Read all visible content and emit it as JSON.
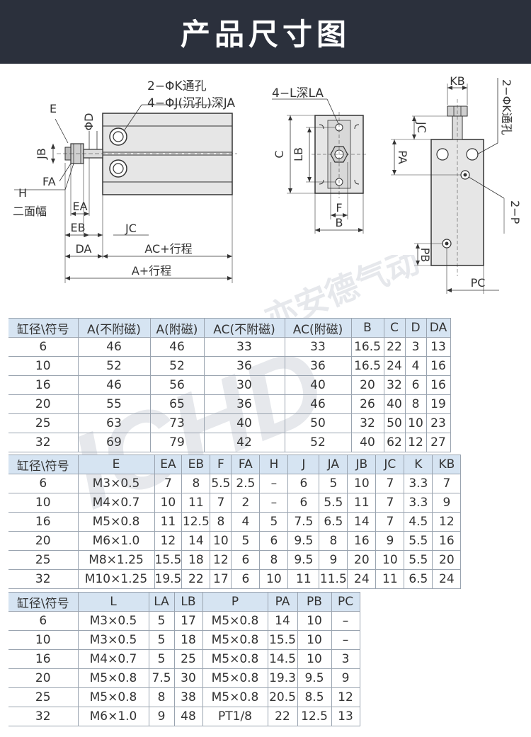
{
  "banner": {
    "title": "产品尺寸图"
  },
  "drawing": {
    "front_view": {
      "labels": [
        "2−ΦK通孔",
        "4−ΦJ(沉孔)深JA",
        "ΦD",
        "E",
        "JB",
        "FA",
        "H",
        "二面幅",
        "EA",
        "EB",
        "JC",
        "DA",
        "AC+行程",
        "A+行程"
      ]
    },
    "side_view": {
      "labels": [
        "4−L深LA",
        "C",
        "LB",
        "F",
        "B"
      ]
    },
    "top_view": {
      "labels": [
        "KB",
        "2−ΦK通孔",
        "JC",
        "PA",
        "2−P",
        "PB",
        "PC"
      ]
    }
  },
  "watermark": {
    "text": "ICHD",
    "brand": "亦安德气动"
  },
  "colors": {
    "banner_bg": "#2b303c",
    "header_bg": "#d6e4f2",
    "body_fill": "#e8e8e8",
    "line": "#333333"
  },
  "table1": {
    "headers": [
      "缸径\\符号",
      "A(不附磁)",
      "A(附磁)",
      "AC(不附磁)",
      "AC(附磁)",
      "B",
      "C",
      "D",
      "DA"
    ],
    "rows": [
      [
        "6",
        "46",
        "46",
        "33",
        "33",
        "16.5",
        "22",
        "3",
        "13"
      ],
      [
        "10",
        "52",
        "52",
        "36",
        "36",
        "16.5",
        "24",
        "4",
        "16"
      ],
      [
        "16",
        "46",
        "56",
        "30",
        "40",
        "20",
        "32",
        "6",
        "16"
      ],
      [
        "20",
        "55",
        "65",
        "36",
        "46",
        "26",
        "40",
        "8",
        "19"
      ],
      [
        "25",
        "63",
        "73",
        "40",
        "50",
        "32",
        "50",
        "10",
        "23"
      ],
      [
        "32",
        "69",
        "79",
        "42",
        "52",
        "40",
        "62",
        "12",
        "27"
      ]
    ]
  },
  "table2": {
    "headers": [
      "缸径\\符号",
      "E",
      "EA",
      "EB",
      "F",
      "FA",
      "H",
      "J",
      "JA",
      "JB",
      "JC",
      "K",
      "KB"
    ],
    "rows": [
      [
        "6",
        "M3×0.5",
        "7",
        "8",
        "5.5",
        "2.5",
        "–",
        "6",
        "5",
        "10",
        "7",
        "3.3",
        "7"
      ],
      [
        "10",
        "M4×0.7",
        "10",
        "11",
        "7",
        "2",
        "–",
        "6",
        "5.5",
        "11",
        "7",
        "3.3",
        "9"
      ],
      [
        "16",
        "M5×0.8",
        "11",
        "12.5",
        "8",
        "4",
        "5",
        "7.5",
        "6.5",
        "14",
        "7",
        "4.5",
        "12"
      ],
      [
        "20",
        "M6×1.0",
        "12",
        "14",
        "10",
        "5",
        "6",
        "9.5",
        "8",
        "16",
        "9",
        "5.5",
        "16"
      ],
      [
        "25",
        "M8×1.25",
        "15.5",
        "18",
        "12",
        "6",
        "8",
        "9.5",
        "9",
        "20",
        "10",
        "5.5",
        "20"
      ],
      [
        "32",
        "M10×1.25",
        "19.5",
        "22",
        "17",
        "6",
        "10",
        "11",
        "11.5",
        "24",
        "11",
        "6.5",
        "24"
      ]
    ]
  },
  "table3": {
    "headers": [
      "缸径\\符号",
      "L",
      "LA",
      "LB",
      "P",
      "PA",
      "PB",
      "PC"
    ],
    "rows": [
      [
        "6",
        "M3×0.5",
        "5",
        "17",
        "M5×0.8",
        "14",
        "10",
        "–"
      ],
      [
        "10",
        "M3×0.5",
        "5",
        "18",
        "M5×0.8",
        "15.5",
        "10",
        "–"
      ],
      [
        "16",
        "M4×0.7",
        "5",
        "25",
        "M5×0.8",
        "14.5",
        "10",
        "3"
      ],
      [
        "20",
        "M5×0.8",
        "7.5",
        "30",
        "M5×0.8",
        "19.3",
        "9.5",
        "9"
      ],
      [
        "25",
        "M5×0.8",
        "8",
        "38",
        "M5×0.8",
        "20.5",
        "8.5",
        "12"
      ],
      [
        "32",
        "M6×1.0",
        "9",
        "48",
        "PT1/8",
        "22",
        "12.5",
        "13"
      ]
    ]
  }
}
